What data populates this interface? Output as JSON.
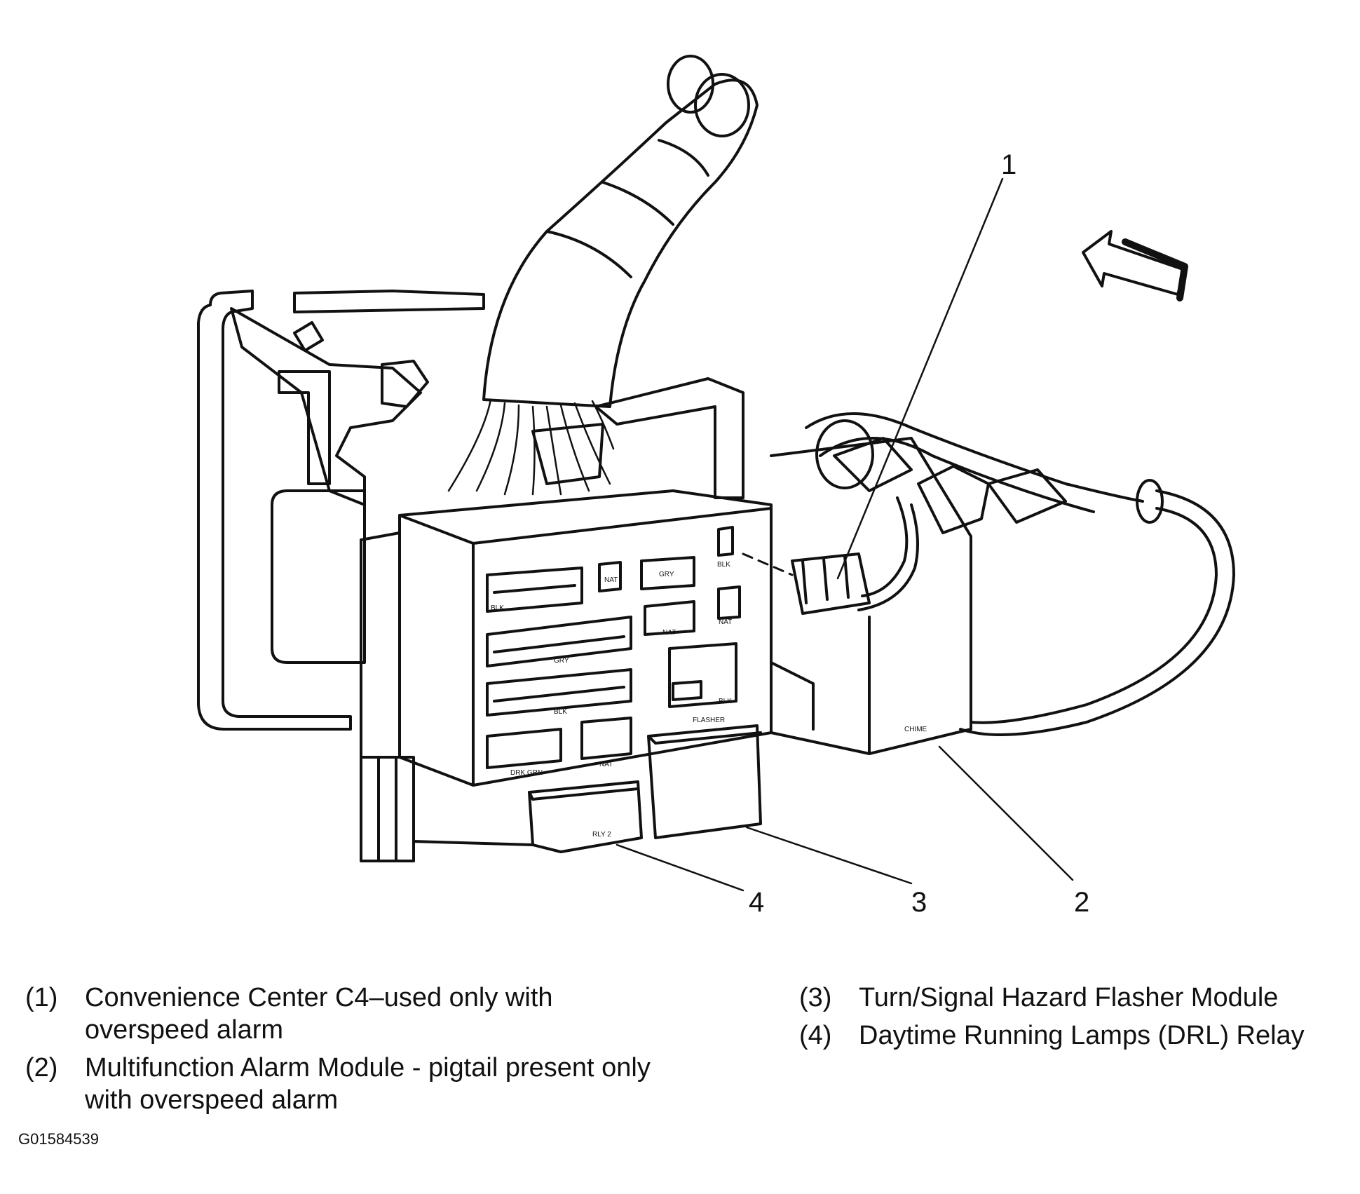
{
  "callouts": [
    {
      "id": "1",
      "text": "1"
    },
    {
      "id": "2",
      "text": "2"
    },
    {
      "id": "3",
      "text": "3"
    },
    {
      "id": "4",
      "text": "4"
    }
  ],
  "part_labels": {
    "blk_top": "BLK",
    "nat_top": "NAT",
    "gry_top": "GRY",
    "blk_right": "BLK",
    "gry_mid": "GRY",
    "nat_mid": "NAT",
    "nat_right": "NAT",
    "blk_lower": "BLK",
    "blk_flasher": "BLK",
    "flasher": "FLASHER",
    "drk_grn": "DRK GRN",
    "nat_bottom": "NAT",
    "rly2": "RLY 2",
    "chime": "CHIME"
  },
  "legend": [
    {
      "num": "(1)",
      "text": "Convenience Center C4–used only with overspeed alarm"
    },
    {
      "num": "(2)",
      "text": "Multifunction Alarm Module - pigtail present only with overspeed alarm"
    },
    {
      "num": "(3)",
      "text": "Turn/Signal Hazard Flasher Module"
    },
    {
      "num": "(4)",
      "text": "Daytime Running Lamps (DRL) Relay"
    }
  ],
  "figure_id": "G01584539"
}
